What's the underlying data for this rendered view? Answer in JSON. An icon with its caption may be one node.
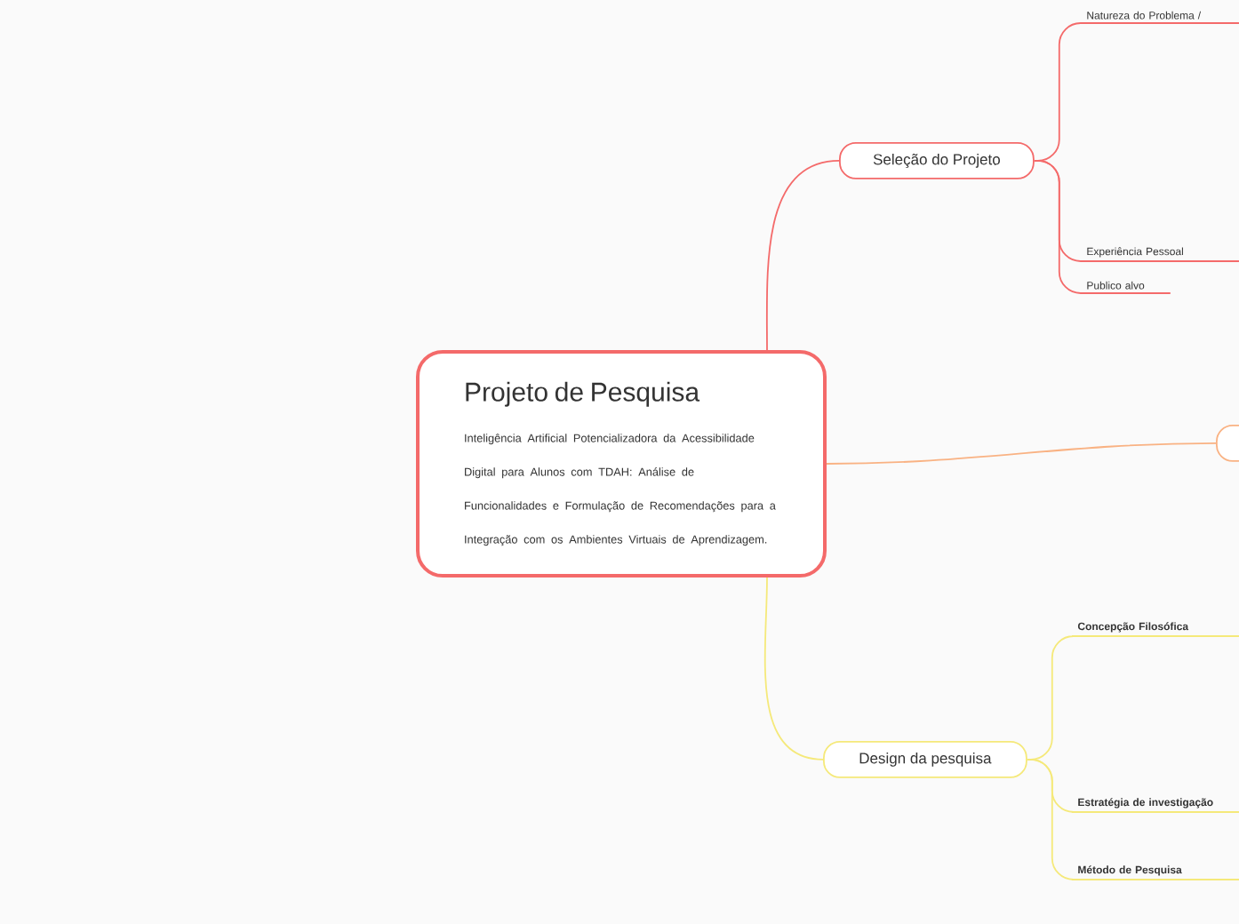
{
  "diagram": {
    "nodes": [
      {
        "text": [
          "Projeto de Pesquisa",
          "Inteligência Artificial Potencializadora da Acessibilidade Digital para Alunos com TDAH: Análise de Funcionalidades e Formulação de Recomendações para a Integração com os Ambientes Virtuais de Aprendizagem."
        ]
      },
      {
        "text": [
          "Seleção do Projeto"
        ]
      },
      {
        "text": [
          "Natureza do Problema /"
        ]
      },
      {
        "text": [
          "Experiência Pessoal"
        ]
      },
      {
        "text": [
          "Publico alvo"
        ]
      },
      {
        "text": [],
        "shape": "box"
      },
      {
        "text": [
          "Design da pesquisa"
        ]
      },
      {
        "text": [
          "Concepção Filosófica"
        ]
      },
      {
        "text": [
          "Estratégia de investigação"
        ]
      },
      {
        "text": [
          "Método de Pesquisa"
        ]
      }
    ],
    "edges": [
      {
        "from": 0,
        "to": 1,
        "arrow": "none",
        "color": "#f46a6a"
      },
      {
        "from": 1,
        "to": 2,
        "arrow": "none",
        "color": "#f46a6a"
      },
      {
        "from": 1,
        "to": 3,
        "arrow": "none",
        "color": "#f46a6a"
      },
      {
        "from": 1,
        "to": 4,
        "arrow": "none",
        "color": "#f46a6a"
      },
      {
        "from": 0,
        "to": 5,
        "arrow": "none",
        "color": "#f9b283"
      },
      {
        "from": 0,
        "to": 6,
        "arrow": "none",
        "color": "#f5e97a"
      },
      {
        "from": 6,
        "to": 7,
        "arrow": "none",
        "color": "#f5e97a"
      },
      {
        "from": 6,
        "to": 8,
        "arrow": "none",
        "color": "#f5e97a"
      },
      {
        "from": 6,
        "to": 9,
        "arrow": "none",
        "color": "#f5e97a"
      }
    ]
  }
}
